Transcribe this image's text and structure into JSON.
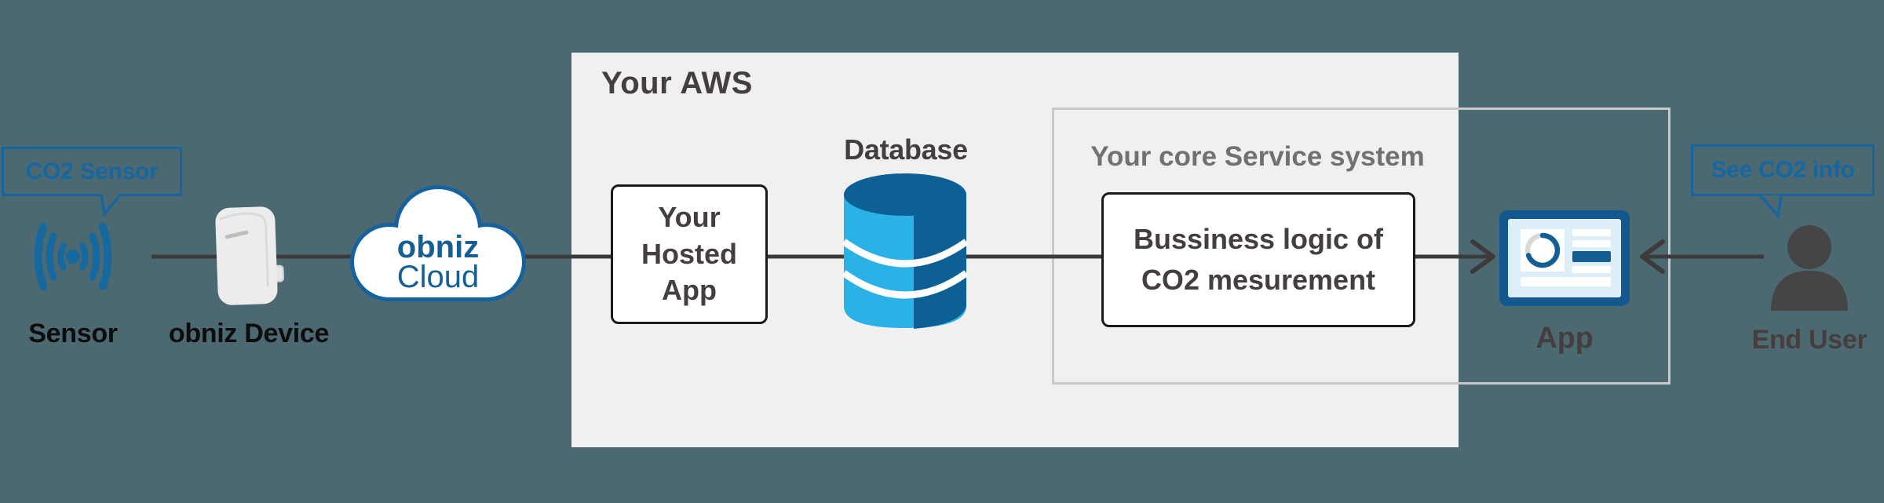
{
  "colors": {
    "background": "#4c6972",
    "aws_panel": "#f0f0f0",
    "accent_blue": "#1565a0",
    "database_light_blue": "#2ab2e6",
    "database_dark_blue": "#0d6094",
    "app_frame_blue": "#12588f",
    "flow_line": "#3b3b3b",
    "text_dark": "#443f3e",
    "text_gray": "#717171"
  },
  "callouts": {
    "sensor": "CO2 Sensor",
    "end_user": "See CO2 info"
  },
  "containers": {
    "aws": {
      "title": "Your AWS"
    },
    "core_service": {
      "title": "Your core Service system"
    }
  },
  "nodes": {
    "sensor": {
      "label": "Sensor",
      "icon": "wireless-signal-icon"
    },
    "obniz_device": {
      "label": "obniz Device",
      "icon": "obniz-device-icon"
    },
    "obniz_cloud": {
      "line1": "obniz",
      "line2": "Cloud",
      "icon": "cloud-icon"
    },
    "hosted_app": {
      "label": "Your\nHosted\nApp"
    },
    "database": {
      "label": "Database",
      "icon": "database-cylinder-icon"
    },
    "business_logic": {
      "label": "Bussiness logic of\nCO2 mesurement"
    },
    "app": {
      "label": "App",
      "icon": "dashboard-app-icon"
    },
    "end_user": {
      "label": "End User",
      "icon": "person-icon"
    }
  }
}
